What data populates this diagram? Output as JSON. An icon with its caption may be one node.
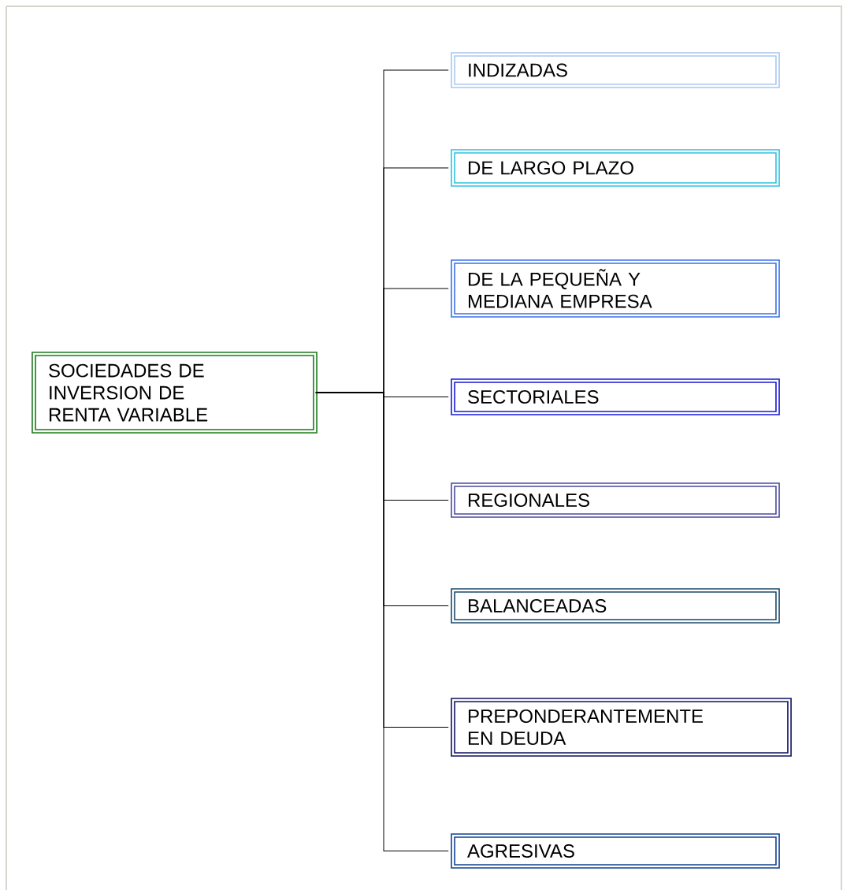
{
  "diagram": {
    "nodes": [
      {
        "text": [
          "SOCIEDADES DE INVERSION DE RENTA VARIABLE"
        ]
      },
      {
        "text": [
          "INDIZADAS"
        ]
      },
      {
        "text": [
          "DE LARGO PLAZO"
        ]
      },
      {
        "text": [
          "DE LA PEQUEÑA Y MEDIANA EMPRESA"
        ]
      },
      {
        "text": [
          "SECTORIALES"
        ]
      },
      {
        "text": [
          "REGIONALES"
        ]
      },
      {
        "text": [
          "BALANCEADAS"
        ]
      },
      {
        "text": [
          "PREPONDERANTEMENTE EN DEUDA"
        ]
      },
      {
        "text": [
          "AGRESIVAS"
        ]
      }
    ],
    "edges": [
      {
        "from": 0,
        "to": 1,
        "arrow": "none"
      },
      {
        "from": 0,
        "to": 2,
        "arrow": "none"
      },
      {
        "from": 0,
        "to": 3,
        "arrow": "none"
      },
      {
        "from": 0,
        "to": 4,
        "arrow": "none"
      },
      {
        "from": 0,
        "to": 5,
        "arrow": "none"
      },
      {
        "from": 0,
        "to": 6,
        "arrow": "none"
      },
      {
        "from": 0,
        "to": 7,
        "arrow": "none"
      },
      {
        "from": 0,
        "to": 8,
        "arrow": "none"
      }
    ]
  }
}
